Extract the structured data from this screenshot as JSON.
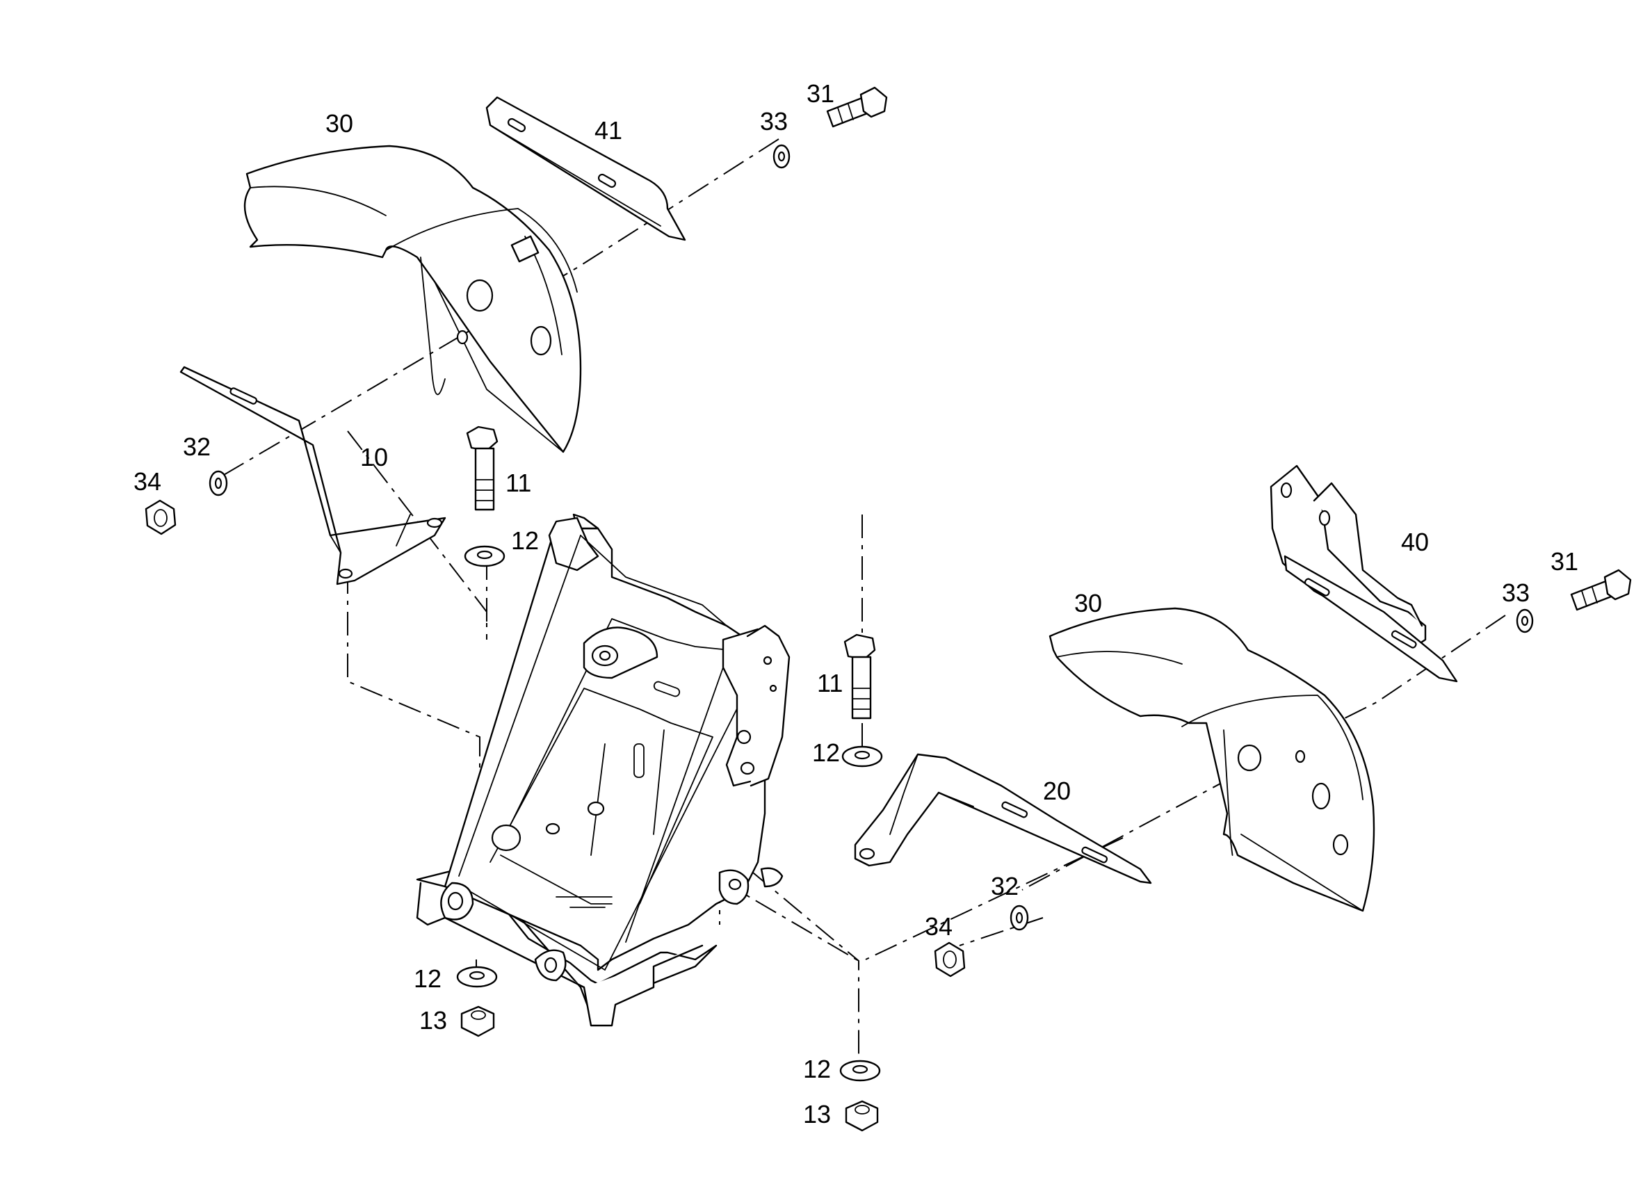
{
  "callouts": {
    "l10": "10",
    "l11a": "11",
    "l11b": "11",
    "l12a": "12",
    "l12b": "12",
    "l12c": "12",
    "l12d": "12",
    "l13a": "13",
    "l13b": "13",
    "l20": "20",
    "l30a": "30",
    "l30b": "30",
    "l31a": "31",
    "l31b": "31",
    "l32a": "32",
    "l32b": "32",
    "l33a": "33",
    "l33b": "33",
    "l34a": "34",
    "l34b": "34",
    "l40": "40",
    "l41": "41"
  }
}
